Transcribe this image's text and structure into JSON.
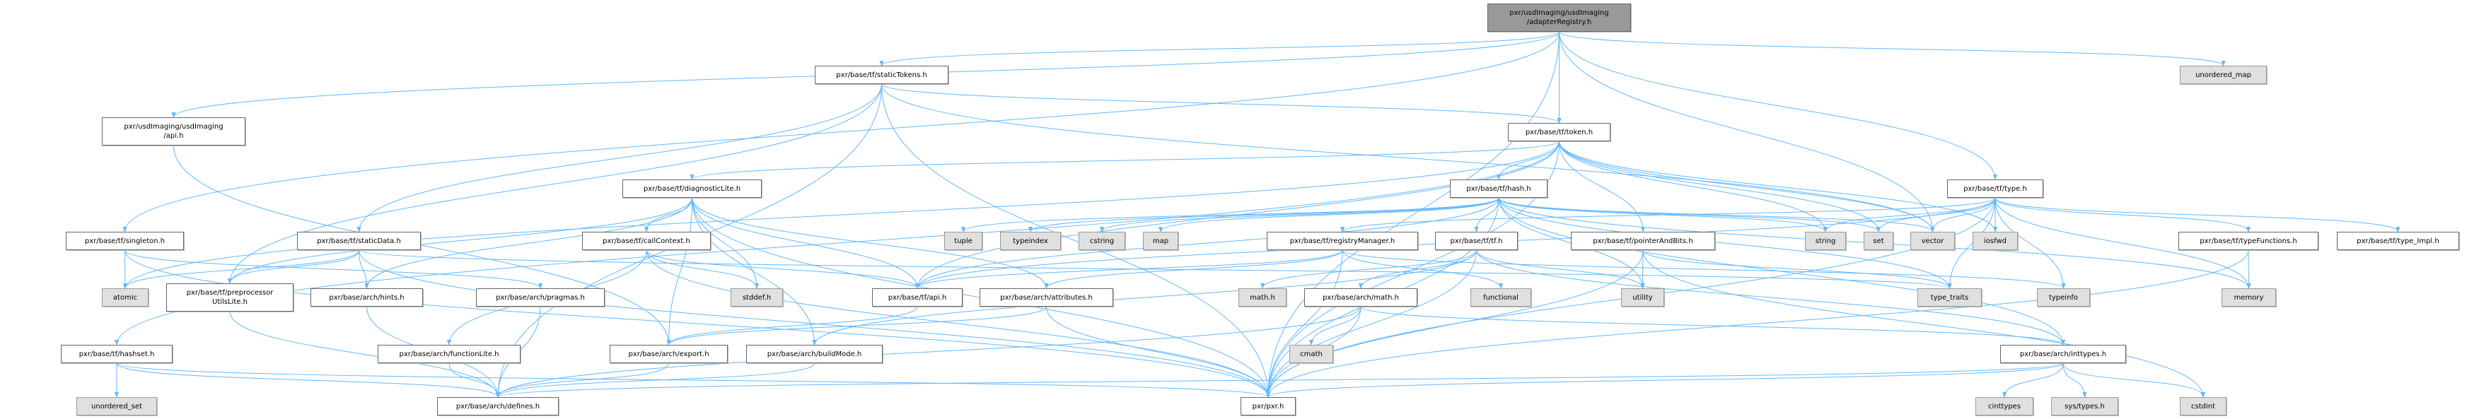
{
  "colors": {
    "edge": "#63b8ff",
    "node_border": "#666666",
    "system_fill": "#e0e0e0",
    "root_fill": "#999999"
  },
  "nodes": [
    {
      "id": "root",
      "label": "pxr/usdImaging/usdImaging\n/adapterRegistry.h",
      "kind": "root"
    },
    {
      "id": "staticTokens",
      "label": "pxr/base/tf/staticTokens.h",
      "kind": "file"
    },
    {
      "id": "unordered_map",
      "label": "unordered_map",
      "kind": "sys"
    },
    {
      "id": "usdApi",
      "label": "pxr/usdImaging/usdImaging\n/api.h",
      "kind": "file"
    },
    {
      "id": "token",
      "label": "pxr/base/tf/token.h",
      "kind": "file"
    },
    {
      "id": "diagnosticLite",
      "label": "pxr/base/tf/diagnosticLite.h",
      "kind": "file"
    },
    {
      "id": "hash",
      "label": "pxr/base/tf/hash.h",
      "kind": "file"
    },
    {
      "id": "type",
      "label": "pxr/base/tf/type.h",
      "kind": "file"
    },
    {
      "id": "singleton",
      "label": "pxr/base/tf/singleton.h",
      "kind": "file"
    },
    {
      "id": "staticData",
      "label": "pxr/base/tf/staticData.h",
      "kind": "file"
    },
    {
      "id": "callContext",
      "label": "pxr/base/tf/callContext.h",
      "kind": "file"
    },
    {
      "id": "tuple",
      "label": "tuple",
      "kind": "sys"
    },
    {
      "id": "typeindex",
      "label": "typeindex",
      "kind": "sys"
    },
    {
      "id": "cstring",
      "label": "cstring",
      "kind": "sys"
    },
    {
      "id": "map",
      "label": "map",
      "kind": "sys"
    },
    {
      "id": "registryManager",
      "label": "pxr/base/tf/registryManager.h",
      "kind": "file"
    },
    {
      "id": "tfh",
      "label": "pxr/base/tf/tf.h",
      "kind": "file"
    },
    {
      "id": "pointerAndBits",
      "label": "pxr/base/tf/pointerAndBits.h",
      "kind": "file"
    },
    {
      "id": "string",
      "label": "string",
      "kind": "sys"
    },
    {
      "id": "set",
      "label": "set",
      "kind": "sys"
    },
    {
      "id": "vector",
      "label": "vector",
      "kind": "sys"
    },
    {
      "id": "iosfwd",
      "label": "iosfwd",
      "kind": "sys"
    },
    {
      "id": "typeFunctions",
      "label": "pxr/base/tf/typeFunctions.h",
      "kind": "file"
    },
    {
      "id": "typeImpl",
      "label": "pxr/base/tf/type_Impl.h",
      "kind": "file"
    },
    {
      "id": "atomic",
      "label": "atomic",
      "kind": "sys"
    },
    {
      "id": "preproc",
      "label": "pxr/base/tf/preprocessor\nUtilsLite.h",
      "kind": "file"
    },
    {
      "id": "hints",
      "label": "pxr/base/arch/hints.h",
      "kind": "file"
    },
    {
      "id": "pragmas",
      "label": "pxr/base/arch/pragmas.h",
      "kind": "file"
    },
    {
      "id": "stddef",
      "label": "stddef.h",
      "kind": "sys"
    },
    {
      "id": "tfApi",
      "label": "pxr/base/tf/api.h",
      "kind": "file"
    },
    {
      "id": "attributes",
      "label": "pxr/base/arch/attributes.h",
      "kind": "file"
    },
    {
      "id": "mathh",
      "label": "math.h",
      "kind": "sys"
    },
    {
      "id": "archMath",
      "label": "pxr/base/arch/math.h",
      "kind": "file"
    },
    {
      "id": "functional",
      "label": "functional",
      "kind": "sys"
    },
    {
      "id": "utility",
      "label": "utility",
      "kind": "sys"
    },
    {
      "id": "type_traits",
      "label": "type_traits",
      "kind": "sys"
    },
    {
      "id": "typeinfo",
      "label": "typeinfo",
      "kind": "sys"
    },
    {
      "id": "memory",
      "label": "memory",
      "kind": "sys"
    },
    {
      "id": "hashset",
      "label": "pxr/base/tf/hashset.h",
      "kind": "file"
    },
    {
      "id": "functionLite",
      "label": "pxr/base/arch/functionLite.h",
      "kind": "file"
    },
    {
      "id": "export",
      "label": "pxr/base/arch/export.h",
      "kind": "file"
    },
    {
      "id": "buildMode",
      "label": "pxr/base/arch/buildMode.h",
      "kind": "file"
    },
    {
      "id": "cmath",
      "label": "cmath",
      "kind": "sys"
    },
    {
      "id": "inttypes",
      "label": "pxr/base/arch/inttypes.h",
      "kind": "file"
    },
    {
      "id": "unordered_set",
      "label": "unordered_set",
      "kind": "sys"
    },
    {
      "id": "defines",
      "label": "pxr/base/arch/defines.h",
      "kind": "file"
    },
    {
      "id": "pxr",
      "label": "pxr/pxr.h",
      "kind": "file"
    },
    {
      "id": "cinttypes",
      "label": "cinttypes",
      "kind": "sys"
    },
    {
      "id": "systypes",
      "label": "sys/types.h",
      "kind": "sys"
    },
    {
      "id": "cstdint",
      "label": "cstdint",
      "kind": "sys"
    }
  ],
  "edges": [
    [
      "root",
      "usdApi"
    ],
    [
      "root",
      "staticTokens"
    ],
    [
      "root",
      "token"
    ],
    [
      "root",
      "type"
    ],
    [
      "root",
      "singleton"
    ],
    [
      "root",
      "unordered_map"
    ],
    [
      "root",
      "vector"
    ],
    [
      "root",
      "pxr"
    ],
    [
      "staticTokens",
      "token"
    ],
    [
      "staticTokens",
      "staticData"
    ],
    [
      "staticTokens",
      "preproc"
    ],
    [
      "staticTokens",
      "vector"
    ],
    [
      "staticTokens",
      "pxr"
    ],
    [
      "staticTokens",
      "defines"
    ],
    [
      "usdApi",
      "export"
    ],
    [
      "token",
      "hash"
    ],
    [
      "token",
      "pointerAndBits"
    ],
    [
      "token",
      "diagnosticLite"
    ],
    [
      "token",
      "hashset"
    ],
    [
      "token",
      "atomic"
    ],
    [
      "token",
      "tfApi"
    ],
    [
      "token",
      "string"
    ],
    [
      "token",
      "set"
    ],
    [
      "token",
      "vector"
    ],
    [
      "token",
      "iosfwd"
    ],
    [
      "token",
      "pxr"
    ],
    [
      "hash",
      "tuple"
    ],
    [
      "hash",
      "typeindex"
    ],
    [
      "hash",
      "cstring"
    ],
    [
      "hash",
      "map"
    ],
    [
      "hash",
      "tfh"
    ],
    [
      "hash",
      "tfApi"
    ],
    [
      "hash",
      "string"
    ],
    [
      "hash",
      "set"
    ],
    [
      "hash",
      "vector"
    ],
    [
      "hash",
      "utility"
    ],
    [
      "hash",
      "memory"
    ],
    [
      "hash",
      "type_traits"
    ],
    [
      "hash",
      "inttypes"
    ],
    [
      "hash",
      "pxr"
    ],
    [
      "diagnosticLite",
      "callContext"
    ],
    [
      "diagnosticLite",
      "tfApi"
    ],
    [
      "diagnosticLite",
      "attributes"
    ],
    [
      "diagnosticLite",
      "hints"
    ],
    [
      "diagnosticLite",
      "preproc"
    ],
    [
      "diagnosticLite",
      "stddef"
    ],
    [
      "diagnosticLite",
      "buildMode"
    ],
    [
      "diagnosticLite",
      "export"
    ],
    [
      "diagnosticLite",
      "pxr"
    ],
    [
      "callContext",
      "functionLite"
    ],
    [
      "callContext",
      "stddef"
    ],
    [
      "callContext",
      "tfApi"
    ],
    [
      "callContext",
      "pxr"
    ],
    [
      "singleton",
      "atomic"
    ],
    [
      "singleton",
      "pragmas"
    ],
    [
      "singleton",
      "pxr"
    ],
    [
      "staticData",
      "atomic"
    ],
    [
      "staticData",
      "preproc"
    ],
    [
      "staticData",
      "hints"
    ],
    [
      "staticData",
      "type_traits"
    ],
    [
      "staticData",
      "pxr"
    ],
    [
      "preproc",
      "defines"
    ],
    [
      "hints",
      "defines"
    ],
    [
      "pragmas",
      "defines"
    ],
    [
      "hashset",
      "unordered_set"
    ],
    [
      "hashset",
      "defines"
    ],
    [
      "hashset",
      "pxr"
    ],
    [
      "functionLite",
      "defines"
    ],
    [
      "export",
      "defines"
    ],
    [
      "buildMode",
      "defines"
    ],
    [
      "tfApi",
      "export"
    ],
    [
      "attributes",
      "export"
    ],
    [
      "attributes",
      "pxr"
    ],
    [
      "registryManager",
      "tfApi"
    ],
    [
      "registryManager",
      "attributes"
    ],
    [
      "registryManager",
      "functional"
    ],
    [
      "registryManager",
      "typeinfo"
    ],
    [
      "registryManager",
      "pxr"
    ],
    [
      "tfh",
      "mathh"
    ],
    [
      "tfh",
      "archMath"
    ],
    [
      "tfh",
      "inttypes"
    ],
    [
      "tfh",
      "utility"
    ],
    [
      "tfh",
      "buildMode"
    ],
    [
      "tfh",
      "pxr"
    ],
    [
      "archMath",
      "cmath"
    ],
    [
      "archMath",
      "defines"
    ],
    [
      "archMath",
      "inttypes"
    ],
    [
      "archMath",
      "pxr"
    ],
    [
      "pointerAndBits",
      "utility"
    ],
    [
      "pointerAndBits",
      "type_traits"
    ],
    [
      "pointerAndBits",
      "cstdint"
    ],
    [
      "pointerAndBits",
      "pxr"
    ],
    [
      "type",
      "registryManager"
    ],
    [
      "type",
      "string"
    ],
    [
      "type",
      "set"
    ],
    [
      "type",
      "vector"
    ],
    [
      "type",
      "iosfwd"
    ],
    [
      "type",
      "typeFunctions"
    ],
    [
      "type",
      "typeImpl"
    ],
    [
      "type",
      "type_traits"
    ],
    [
      "type",
      "typeinfo"
    ],
    [
      "type",
      "memory"
    ],
    [
      "type",
      "tfApi"
    ],
    [
      "type",
      "pxr"
    ],
    [
      "typeFunctions",
      "memory"
    ],
    [
      "typeFunctions",
      "pxr"
    ],
    [
      "inttypes",
      "cinttypes"
    ],
    [
      "inttypes",
      "systypes"
    ],
    [
      "inttypes",
      "cstdint"
    ],
    [
      "inttypes",
      "defines"
    ],
    [
      "inttypes",
      "pxr"
    ]
  ]
}
